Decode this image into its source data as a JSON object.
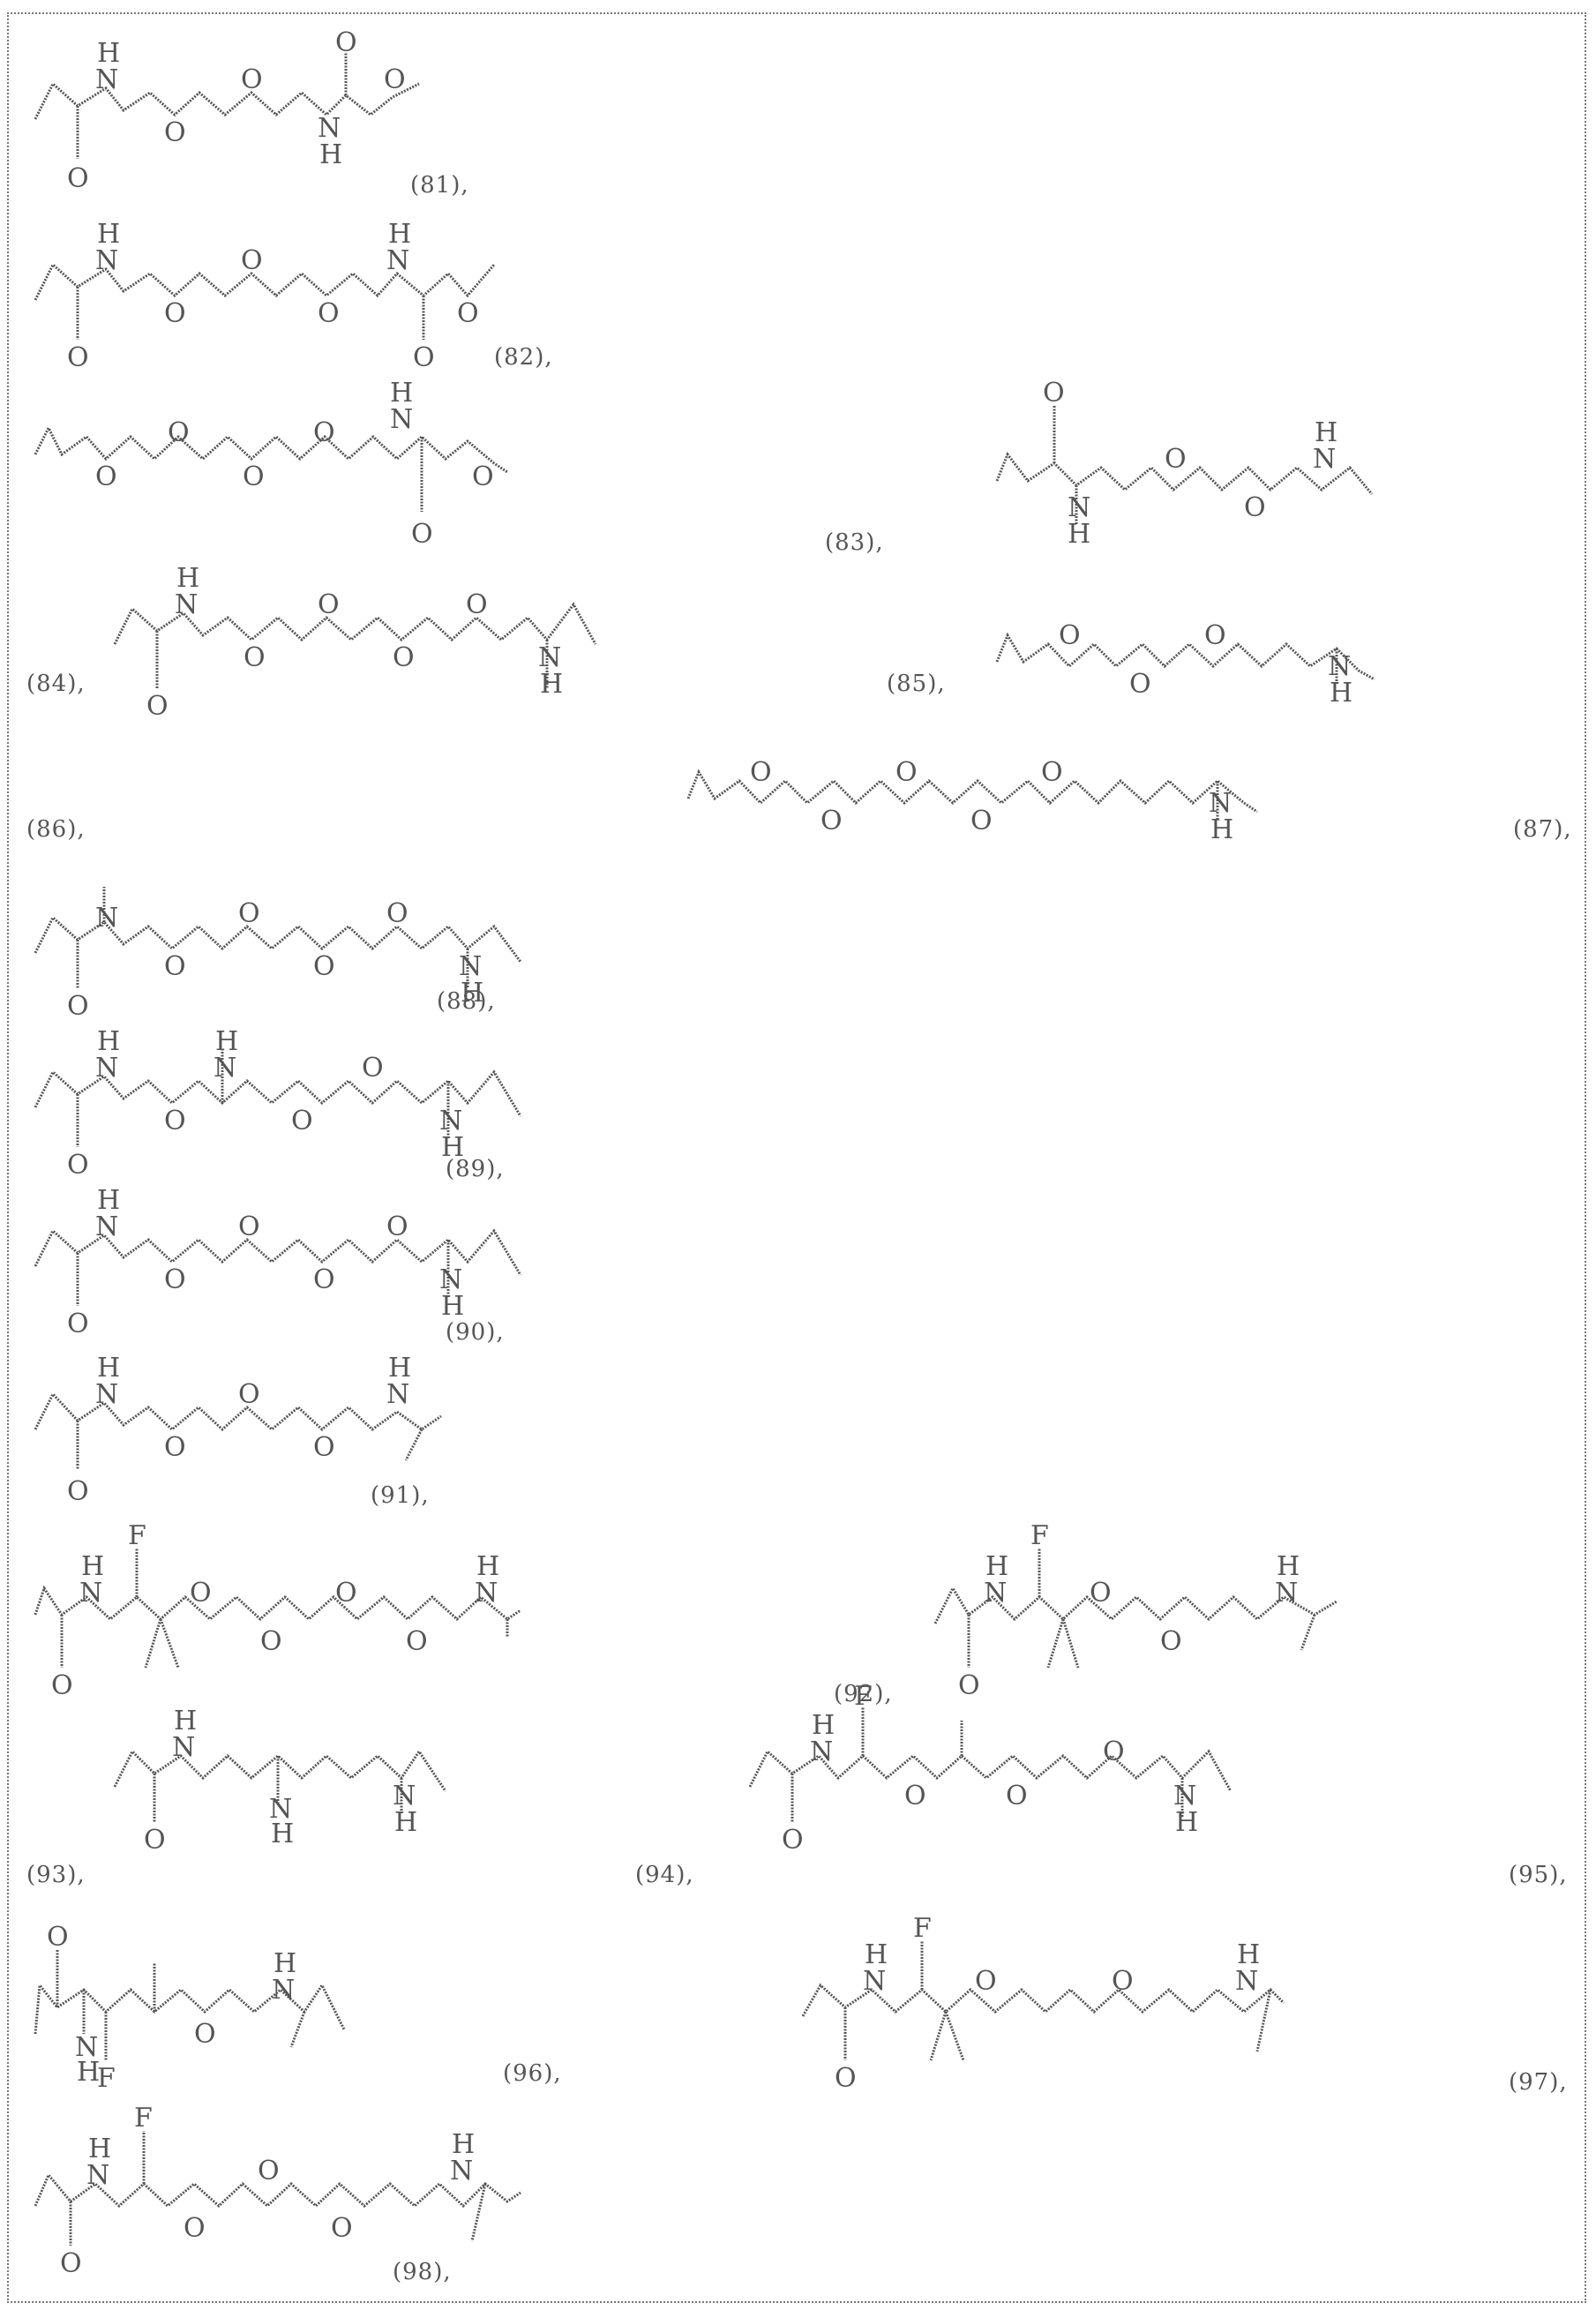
{
  "document": {
    "type": "chemical-structure-list",
    "compounds": [
      {
        "id": "81",
        "label": "(81),",
        "description": "amide-NH-(CH2CH2O)2-CH2CH2-NH-C(=O)-CH2-O- linker"
      },
      {
        "id": "82",
        "label": "(82),",
        "description": "amide-NH-(CH2CH2O)3-CH2CH2-NH-C(=O)-CH2-O- linker"
      },
      {
        "id": "83",
        "label": "(83),",
        "description": "CH2-(OCH2CH2)3-NH-C(=O)-CH2-O- linker"
      },
      {
        "id": "84",
        "label": "(84),",
        "description": "CH2CH2-C(=O)-NH-(CH2CH2O)2-CH2CH2-NH- linker"
      },
      {
        "id": "85",
        "label": "(85),",
        "description": "amide-NH-(CH2CH2O)4-CH2CH2-NH- linker"
      },
      {
        "id": "86",
        "label": "(86),",
        "description": "CH2-(OCH2CH2)3-NH- linker"
      },
      {
        "id": "87",
        "label": "(87),",
        "description": "CH2-(OCH2CH2)5-NH- linker"
      },
      {
        "id": "88",
        "label": "(88),",
        "description": "amide-N(CH3)-(CH2CH2O)4-CH2CH2-NH- linker"
      },
      {
        "id": "89",
        "label": "(89),",
        "description": "amide-NH-CH2CH2-O-CH2CH2-NH-(CH2CH2O)2-CH2CH2-NH- linker"
      },
      {
        "id": "90",
        "label": "(90),",
        "description": "amide-NH-(CH2CH2O)4-CH2CH2-NH- linker"
      },
      {
        "id": "91",
        "label": "(91),",
        "description": "amide-NH-(CH2CH2O)3-CH2CH2-NH- linker"
      },
      {
        "id": "92",
        "label": "(92),",
        "description": "amide-NH-CH2-CHF-C(CH3)2-O-(CH2CH2O)3-CH2CH2-NH- linker"
      },
      {
        "id": "93",
        "label": "(93),",
        "description": "amide-NH-CH2-CHF-C(CH3)2-O-CH2CH2-O-CH2CH2-NH- linker"
      },
      {
        "id": "94",
        "label": "(94),",
        "description": "amide-NH-CH2CH2-NH-(CH2)4-NH- linker"
      },
      {
        "id": "95",
        "label": "(95),",
        "description": "amide-NH-CH2-CHF-CH2-O-CH(CH3)-CH2-O-CH2CH2-O-CH2CH2-NH- linker"
      },
      {
        "id": "96",
        "label": "(96),",
        "description": "amide-NH-CH2-CHF-CH(CH3)-O-CH2CH2-NH- linker"
      },
      {
        "id": "97",
        "label": "(97),",
        "description": "amide-NH-CH2-CHF-C(CH3)2-O-(CH2)3-O-(CH2)3-NH- linker"
      },
      {
        "id": "98",
        "label": "(98),",
        "description": "amide-NH-CH2-CHF-CH2CH2-O-(CH2CH2O)2-CH2CH2-NH- linker"
      }
    ],
    "atoms": {
      "N": "N",
      "H": "H",
      "O": "O",
      "F": "F"
    }
  }
}
